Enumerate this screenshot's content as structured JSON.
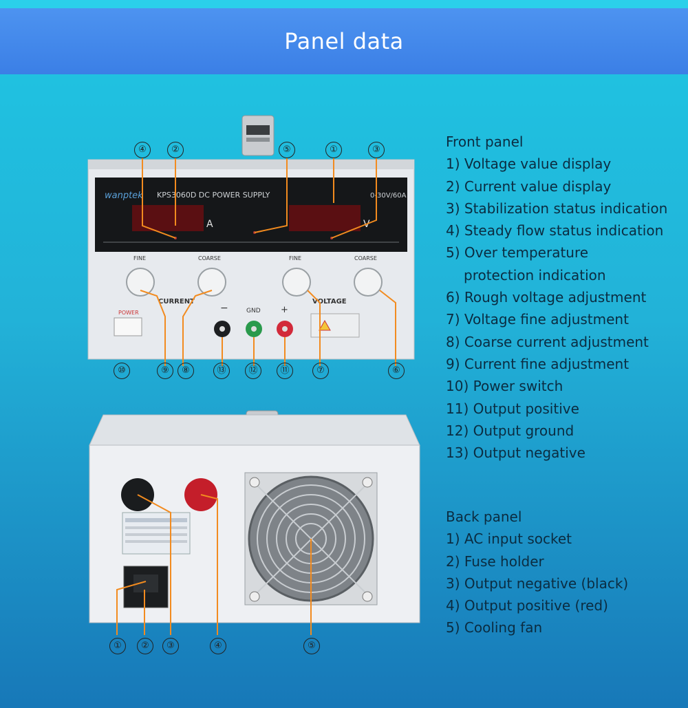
{
  "header": {
    "title": "Panel data"
  },
  "front_panel": {
    "heading": "Front panel",
    "items": [
      "1) Voltage value display",
      "2) Current value display",
      "3) Stabilization status indication",
      "4) Steady flow status indication",
      "5) Over temperature",
      "protection indication",
      "6) Rough voltage adjustment",
      "7) Voltage fine adjustment",
      "8) Coarse current adjustment",
      "9) Current fine adjustment",
      "10) Power switch",
      "11) Output positive",
      "12) Output ground",
      "13) Output negative"
    ]
  },
  "back_panel": {
    "heading": "Back panel",
    "items": [
      "1) AC input socket",
      "2) Fuse holder",
      "3) Output negative (black)",
      "4) Output positive (red)",
      "5) Cooling fan"
    ]
  },
  "device_front": {
    "brand": "wanptek",
    "model_label": "KPS3060D DC POWER SUPPLY",
    "range": "0-30V/60A",
    "unit_a": "A",
    "unit_v": "V",
    "fine": "FINE",
    "coarse": "COARSE",
    "current": "CURRENT",
    "voltage": "VOLTAGE",
    "power": "POWER",
    "gnd": "GND",
    "minus": "−",
    "plus": "+"
  },
  "front_callouts": [
    "④",
    "②",
    "⑤",
    "①",
    "③",
    "⑩",
    "⑨",
    "⑧",
    "⑬",
    "⑫",
    "⑪",
    "⑦",
    "⑥"
  ],
  "back_callouts": [
    "①",
    "②",
    "③",
    "④",
    "⑤"
  ],
  "colors": {
    "header": "#3b7fe6",
    "leader": "#f28b1f",
    "background": "#22b2d8"
  }
}
